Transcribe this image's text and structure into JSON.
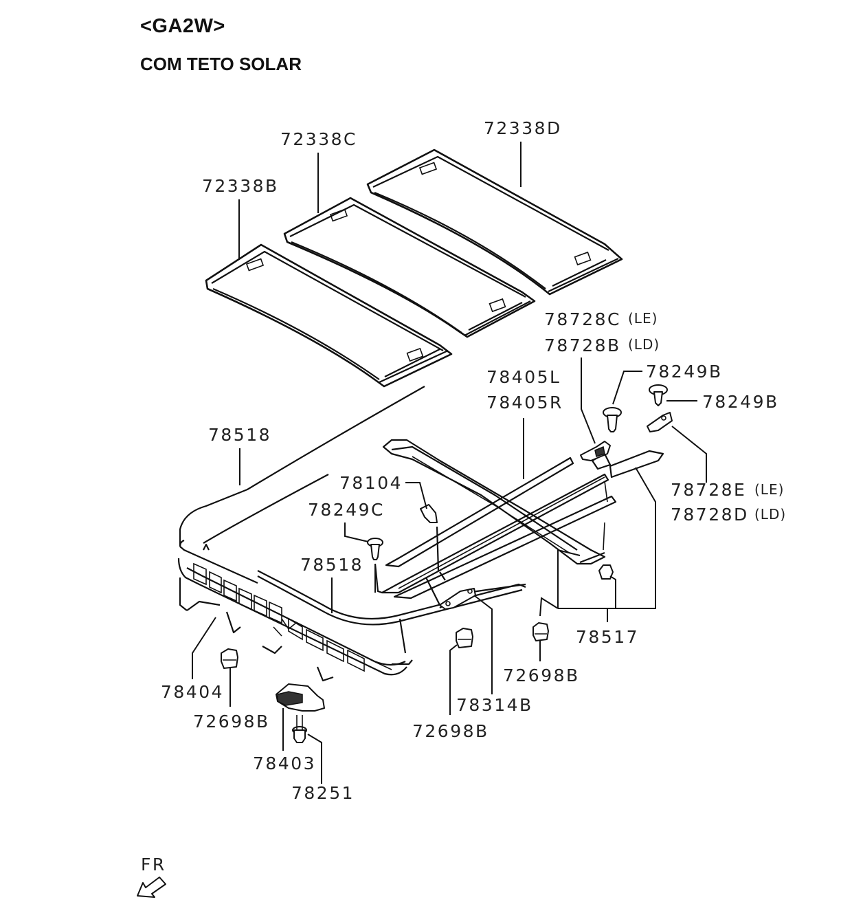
{
  "header": {
    "model_code": "<GA2W>",
    "variant": "COM TETO SOLAR"
  },
  "parts": {
    "p72338D": "72338D",
    "p72338C": "72338C",
    "p72338B": "72338B",
    "p78728C": "78728C",
    "p78728C_side": "(LE)",
    "p78728B": "78728B",
    "p78728B_side": "(LD)",
    "p78249B_top": "78249B",
    "p78249B_right": "78249B",
    "p78405L": "78405L",
    "p78405R": "78405R",
    "p78728E": "78728E",
    "p78728E_side": "(LE)",
    "p78728D": "78728D",
    "p78728D_side": "(LD)",
    "p78518_top": "78518",
    "p78104": "78104",
    "p78249C": "78249C",
    "p78518_mid": "78518",
    "p78517": "78517",
    "p72698B_right": "72698B",
    "p78314B": "78314B",
    "p72698B_mid": "72698B",
    "p78404": "78404",
    "p72698B_left": "72698B",
    "p78403": "78403",
    "p78251": "78251"
  },
  "direction": {
    "label": "FR",
    "icon": "front-direction-arrow-icon"
  },
  "colors": {
    "line": "#111111",
    "background": "#ffffff"
  }
}
